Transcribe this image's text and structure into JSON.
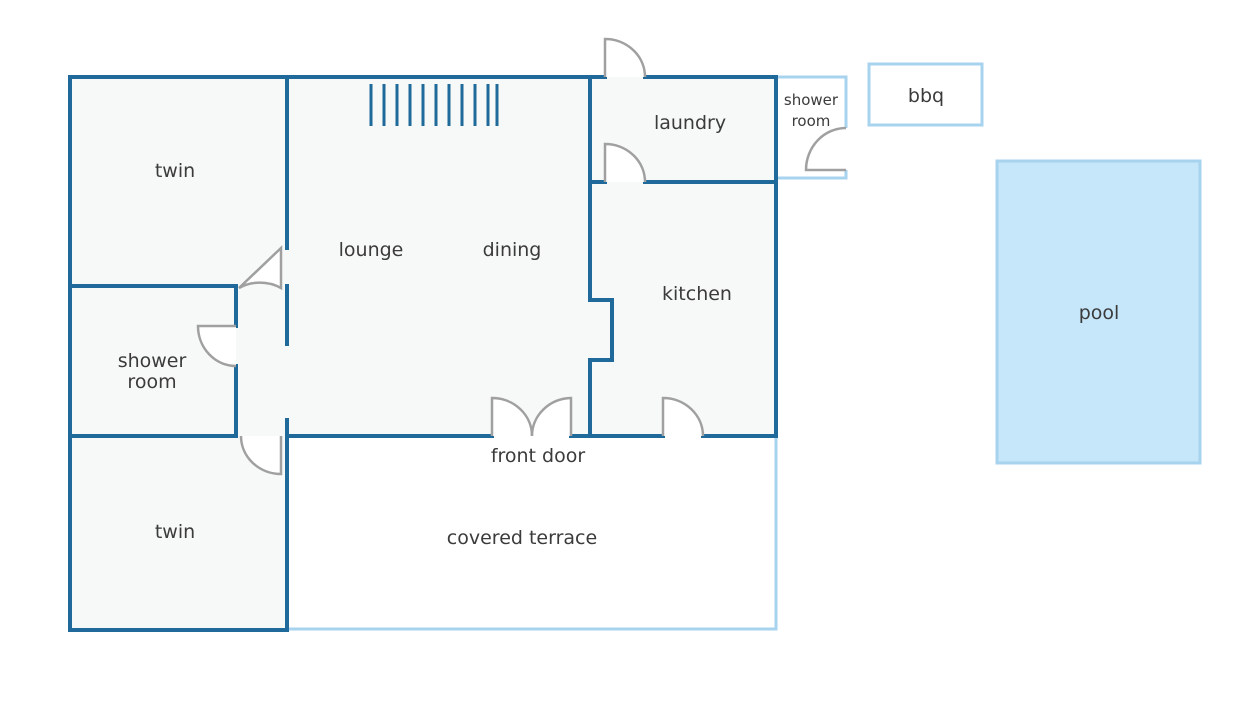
{
  "labels": {
    "twin_top": "twin",
    "shower_room_left_line1": "shower",
    "shower_room_left_line2": "room",
    "twin_bottom": "twin",
    "lounge": "lounge",
    "dining": "dining",
    "laundry": "laundry",
    "kitchen": "kitchen",
    "front_door": "front door",
    "covered_terrace": "covered terrace",
    "shower_room_outdoor_line1": "shower",
    "shower_room_outdoor_line2": "room",
    "bbq": "bbq",
    "pool": "pool"
  },
  "colors": {
    "wall": "#1f6a9a",
    "outdoor_outline": "#a7d3ef",
    "pool_fill": "#c6e6f9",
    "room_fill": "#f7f8f8",
    "door_stroke": "#a0a0a0",
    "text": "#3b3b3b"
  }
}
